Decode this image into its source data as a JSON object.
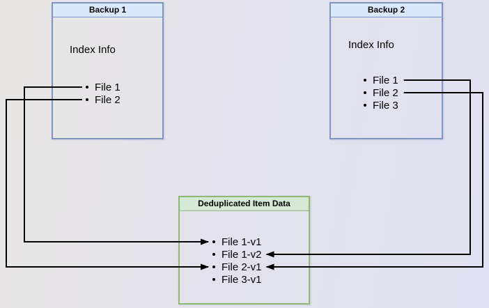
{
  "diagram": {
    "backup1": {
      "title": "Backup 1",
      "subtitle": "Index Info",
      "files": [
        "File 1",
        "File 2"
      ]
    },
    "backup2": {
      "title": "Backup 2",
      "subtitle": "Index Info",
      "files": [
        "File 1",
        "File 2",
        "File 3"
      ]
    },
    "dedup": {
      "title": "Deduplicated Item Data",
      "items": [
        "File 1-v1",
        "File 1-v2",
        "File 2-v1",
        "File 3-v1"
      ]
    }
  },
  "connectors": [
    {
      "from": "backup1-file-0",
      "to": "dedup-item-0",
      "side": "left"
    },
    {
      "from": "backup1-file-1",
      "to": "dedup-item-2",
      "side": "left"
    },
    {
      "from": "backup2-file-0",
      "to": "dedup-item-1",
      "side": "right"
    },
    {
      "from": "backup2-file-1",
      "to": "dedup-item-2",
      "side": "right"
    }
  ],
  "colors": {
    "backup_header_fill": "#dae8fc",
    "backup_border": "#7d95bf",
    "dedup_header_fill": "#d5e8d4",
    "dedup_border": "#8fb878",
    "connector": "#000000"
  }
}
